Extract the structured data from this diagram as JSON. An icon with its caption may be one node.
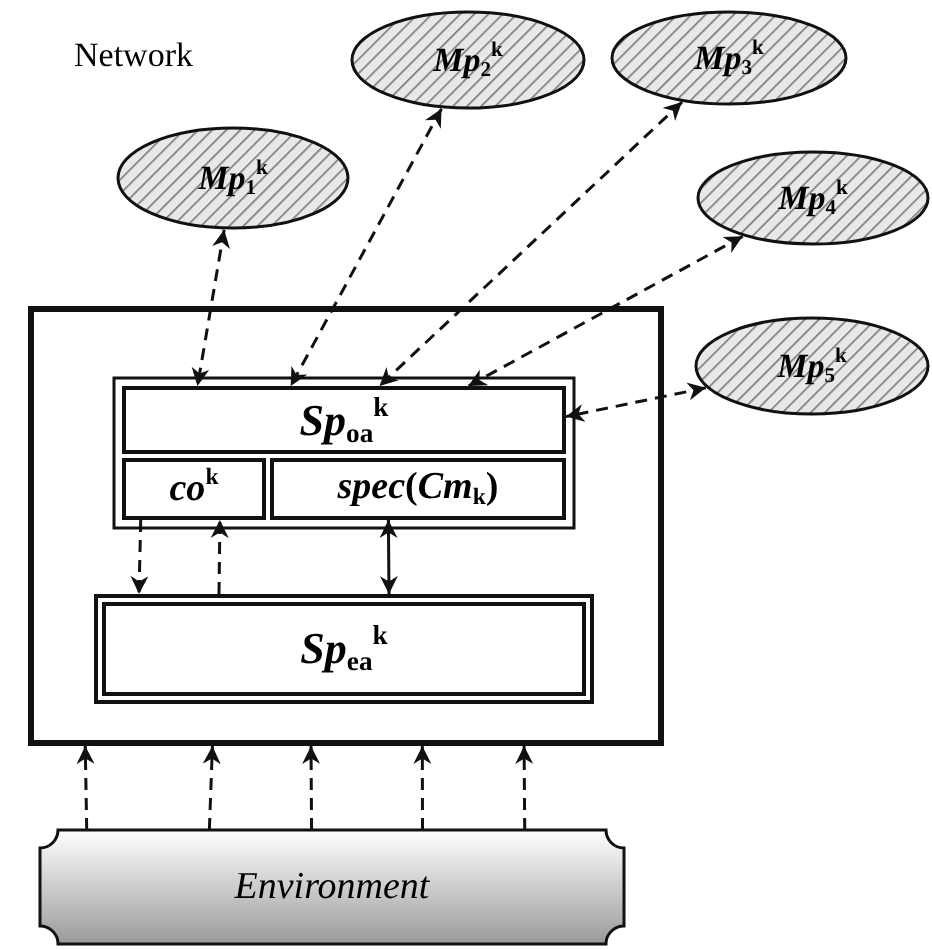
{
  "diagram": {
    "nodes": [
      {
        "text": [
          "*Mp*$_{1}$$^{k}$"
        ]
      },
      {
        "text": [
          "*Mp*$_{2}$$^{k}$"
        ]
      },
      {
        "text": [
          "*Mp*$_{3}$$^{k}$"
        ]
      },
      {
        "text": [
          "*Mp*$_{4}$$^{k}$"
        ]
      },
      {
        "text": [
          "*Mp*$_{5}$$^{k}$"
        ]
      },
      {
        "text": [],
        "shape": "box"
      },
      {
        "text": [
          "*Sp*$_{oa}$$^{k}$"
        ],
        "in": 5
      },
      {
        "text": [
          "*co*$^{k}$"
        ],
        "in": 5
      },
      {
        "text": [
          "*spec*(*Cm*$_{k}$)"
        ],
        "in": 5
      },
      {
        "text": [
          "*Sp*$_{ea}$$^{k}$"
        ],
        "in": 5
      },
      {
        "text": [
          "Environment"
        ]
      }
    ],
    "edges": [
      {
        "from": 0,
        "to": 6,
        "arrow": "both",
        "style": "dashed"
      },
      {
        "from": 1,
        "to": 6,
        "arrow": "both",
        "style": "dashed"
      },
      {
        "from": 2,
        "to": 6,
        "arrow": "both",
        "style": "dashed"
      },
      {
        "from": 3,
        "to": 6,
        "arrow": "both",
        "style": "dashed"
      },
      {
        "from": 4,
        "to": 6,
        "arrow": "both",
        "style": "dashed"
      },
      {
        "from": 7,
        "to": 9,
        "arrow": "to",
        "style": "dashed"
      },
      {
        "from": 9,
        "to": 7,
        "arrow": "to",
        "style": "dashed"
      },
      {
        "from": 8,
        "to": 9,
        "arrow": "both"
      },
      {
        "from": 10,
        "to": 5,
        "arrow": "to",
        "style": "dashed"
      },
      {
        "from": 10,
        "to": 5,
        "arrow": "to",
        "style": "dashed"
      },
      {
        "from": 10,
        "to": 5,
        "arrow": "to",
        "style": "dashed"
      },
      {
        "from": 10,
        "to": 5,
        "arrow": "to",
        "style": "dashed"
      },
      {
        "from": 10,
        "to": 5,
        "arrow": "to",
        "style": "dashed"
      }
    ],
    "labels": [
      "Network"
    ]
  }
}
